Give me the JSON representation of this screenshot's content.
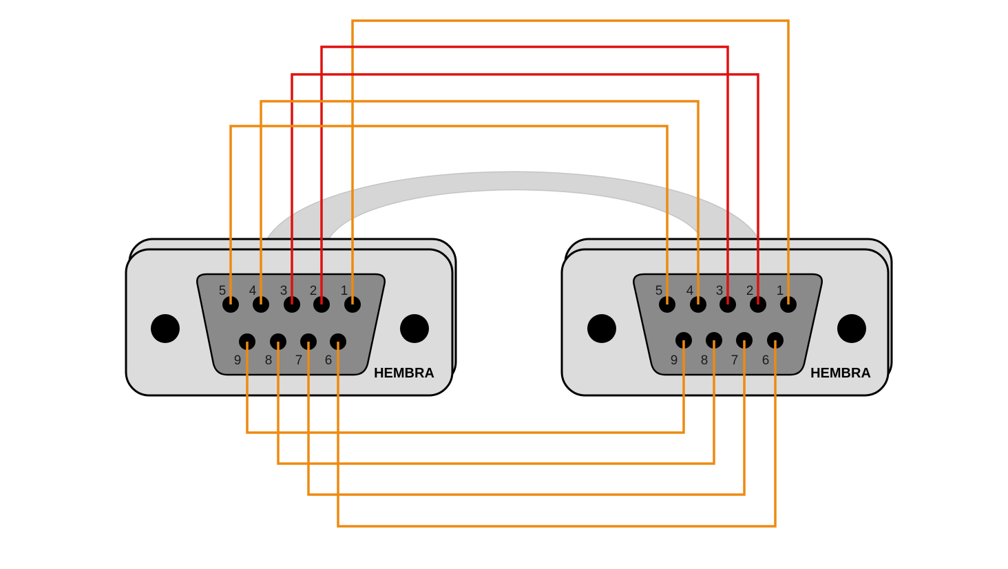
{
  "colors": {
    "background": "#ffffff",
    "connector_shell": "#dcdcdc",
    "connector_outline": "#000000",
    "connector_face": "#8a8a8a",
    "pin": "#000000",
    "cable": "#d6d6d6",
    "wire_swap": "#e01010",
    "wire_straight": "#ee8a10"
  },
  "connectors": [
    {
      "id": "left",
      "label": "HEMBRA",
      "top_pins": [
        "5",
        "4",
        "3",
        "2",
        "1"
      ],
      "bottom_pins": [
        "9",
        "8",
        "7",
        "6"
      ]
    },
    {
      "id": "right",
      "label": "HEMBRA",
      "top_pins": [
        "5",
        "4",
        "3",
        "2",
        "1"
      ],
      "bottom_pins": [
        "9",
        "8",
        "7",
        "6"
      ]
    }
  ],
  "wires": [
    {
      "from": "1",
      "to": "1",
      "color": "wire_straight"
    },
    {
      "from": "2",
      "to": "3",
      "color": "wire_swap"
    },
    {
      "from": "3",
      "to": "2",
      "color": "wire_swap"
    },
    {
      "from": "4",
      "to": "4",
      "color": "wire_straight"
    },
    {
      "from": "5",
      "to": "5",
      "color": "wire_straight"
    },
    {
      "from": "6",
      "to": "6",
      "color": "wire_straight"
    },
    {
      "from": "7",
      "to": "7",
      "color": "wire_straight"
    },
    {
      "from": "8",
      "to": "8",
      "color": "wire_straight"
    },
    {
      "from": "9",
      "to": "9",
      "color": "wire_straight"
    }
  ]
}
